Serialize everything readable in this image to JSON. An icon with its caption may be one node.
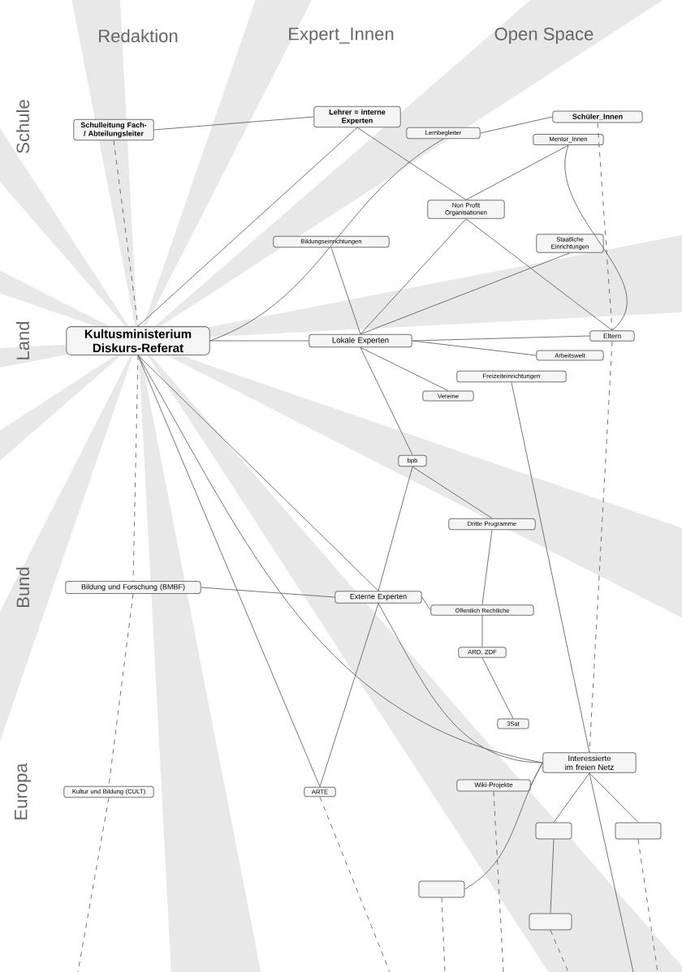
{
  "diagram": {
    "nodes": [
      {
        "text": [
          "Schulleitung Fach- / Abteilungsleiter"
        ]
      },
      {
        "text": [
          "Lehrer = interne Experten"
        ]
      },
      {
        "text": [
          "Lernbegleiter"
        ]
      },
      {
        "text": [
          "Schüler_Innen"
        ]
      },
      {
        "text": [
          "Mentor_Innen"
        ]
      },
      {
        "text": [
          "Non Profit Organisationen"
        ]
      },
      {
        "text": [
          "Staatliche Einrichtungen"
        ]
      },
      {
        "text": [
          "Bildungseinrichtungen"
        ]
      },
      {
        "text": [
          "Kultusministerium Diskurs-Referat"
        ]
      },
      {
        "text": [
          "Lokale Experten"
        ]
      },
      {
        "text": [
          "Eltern"
        ]
      },
      {
        "text": [
          "Arbeitswelt"
        ]
      },
      {
        "text": [
          "Freizeiteinrichtungen"
        ]
      },
      {
        "text": [
          "Vereine"
        ]
      },
      {
        "text": [
          "bpb"
        ]
      },
      {
        "text": [
          "Dritte Programme"
        ]
      },
      {
        "text": [
          "Bildung und Forschung (BMBF)"
        ]
      },
      {
        "text": [
          "Externe Experten"
        ]
      },
      {
        "text": [
          "Öffentlich Rechtliche"
        ]
      },
      {
        "text": [
          "ARD, ZDF"
        ]
      },
      {
        "text": [
          "3Sat"
        ]
      },
      {
        "text": [
          "Interessierte im freien Netz"
        ]
      },
      {
        "text": [
          "Kultur und Bildung (CULT)"
        ]
      },
      {
        "text": [
          "ARTE"
        ]
      },
      {
        "text": [
          "Wiki-Projekte"
        ]
      },
      {
        "text": [],
        "shape": "box"
      },
      {
        "text": [],
        "shape": "box"
      },
      {
        "text": [],
        "shape": "box"
      },
      {
        "text": [],
        "shape": "box"
      }
    ],
    "edges": [
      {
        "from": 0,
        "to": 1,
        "arrow": "none"
      },
      {
        "from": 0,
        "to": 8,
        "arrow": "none",
        "style": "dashed"
      },
      {
        "from": 1,
        "to": 8,
        "arrow": "none"
      },
      {
        "from": 2,
        "to": 8,
        "arrow": "none"
      },
      {
        "from": 2,
        "to": 3,
        "arrow": "none"
      },
      {
        "from": 1,
        "to": 5,
        "arrow": "none"
      },
      {
        "from": 5,
        "to": 10,
        "arrow": "none"
      },
      {
        "from": 4,
        "to": 5,
        "arrow": "none"
      },
      {
        "from": 4,
        "to": 10,
        "arrow": "none"
      },
      {
        "from": 3,
        "to": 10,
        "arrow": "none",
        "style": "dashed"
      },
      {
        "from": 5,
        "to": 9,
        "arrow": "none"
      },
      {
        "from": 6,
        "to": 9,
        "arrow": "none"
      },
      {
        "from": 7,
        "to": 9,
        "arrow": "none"
      },
      {
        "from": 8,
        "to": 9,
        "arrow": "none"
      },
      {
        "from": 9,
        "to": 10,
        "arrow": "none"
      },
      {
        "from": 9,
        "to": 11,
        "arrow": "none"
      },
      {
        "from": 9,
        "to": 13,
        "arrow": "none"
      },
      {
        "from": 9,
        "to": 14,
        "arrow": "none"
      },
      {
        "from": 14,
        "to": 15,
        "arrow": "none"
      },
      {
        "from": 14,
        "to": 17,
        "arrow": "none"
      },
      {
        "from": 8,
        "to": 16,
        "arrow": "none",
        "style": "dashed"
      },
      {
        "from": 8,
        "to": 17,
        "arrow": "none"
      },
      {
        "from": 8,
        "to": 23,
        "arrow": "none"
      },
      {
        "from": 8,
        "to": 21,
        "arrow": "none"
      },
      {
        "from": 16,
        "to": 17,
        "arrow": "none"
      },
      {
        "from": 16,
        "to": 22,
        "arrow": "none",
        "style": "dashed"
      },
      {
        "from": 17,
        "to": 18,
        "arrow": "none"
      },
      {
        "from": 15,
        "to": 18,
        "arrow": "none"
      },
      {
        "from": 18,
        "to": 19,
        "arrow": "none"
      },
      {
        "from": 19,
        "to": 20,
        "arrow": "none"
      },
      {
        "from": 17,
        "to": 23,
        "arrow": "none"
      },
      {
        "from": 17,
        "to": 21,
        "arrow": "none"
      },
      {
        "from": 12,
        "to": 21,
        "arrow": "none"
      },
      {
        "from": 10,
        "to": 21,
        "arrow": "none",
        "style": "dashed"
      },
      {
        "from": 21,
        "to": 24,
        "arrow": "none"
      },
      {
        "from": 21,
        "to": 25,
        "arrow": "none"
      },
      {
        "from": 21,
        "to": 26,
        "arrow": "none"
      },
      {
        "from": 21,
        "to": 27,
        "arrow": "none"
      },
      {
        "from": 25,
        "to": 28,
        "arrow": "none"
      },
      {
        "from": 22,
        "to": null,
        "arrow": "none",
        "style": "dashed"
      },
      {
        "from": 23,
        "to": null,
        "arrow": "none",
        "style": "dashed"
      },
      {
        "from": 27,
        "to": null,
        "arrow": "none",
        "style": "dashed"
      },
      {
        "from": 28,
        "to": null,
        "arrow": "none",
        "style": "dashed"
      },
      {
        "from": 26,
        "to": null,
        "arrow": "none",
        "style": "dashed"
      },
      {
        "from": 24,
        "to": null,
        "arrow": "none",
        "style": "dashed"
      },
      {
        "from": 21,
        "to": null,
        "arrow": "none"
      }
    ],
    "labels": [
      "Redaktion",
      "Expert_Innen",
      "Open Space",
      "Schule",
      "Land",
      "Bund",
      "Europa"
    ]
  }
}
